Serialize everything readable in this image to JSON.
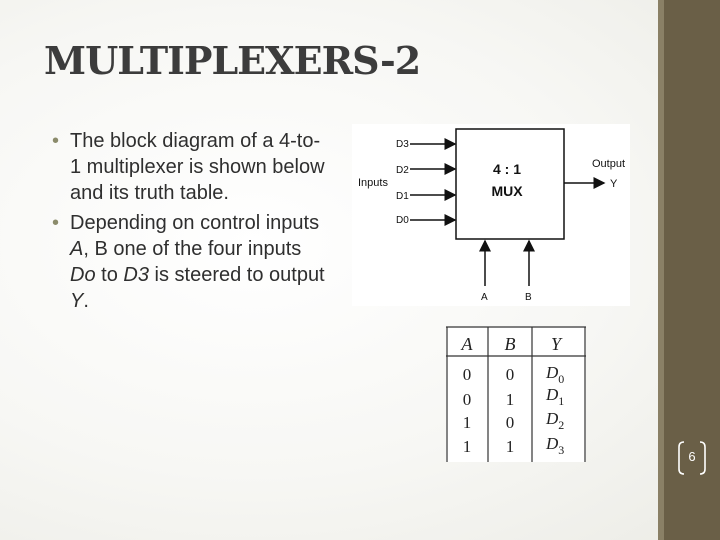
{
  "slide": {
    "title": "MULTIPLEXERS-2",
    "page_number": "6"
  },
  "bullets": {
    "b1": "The block diagram of a 4-to-1 multiplexer is shown below and its truth table.",
    "b2_pre": "Depending on control inputs ",
    "b2_a": "A",
    "b2_mid1": ", B one of the four inputs ",
    "b2_do": "Do",
    "b2_mid2": " to ",
    "b2_d3": "D3",
    "b2_mid3": " is steered to output ",
    "b2_y": "Y",
    "b2_end": "."
  },
  "mux": {
    "inputs_label": "Inputs",
    "input_lines": [
      "D3",
      "D2",
      "D1",
      "D0"
    ],
    "block_line1": "4 : 1",
    "block_line2": "MUX",
    "output_label": "Output",
    "output_line": "Y",
    "select_lines": [
      "A",
      "B"
    ]
  },
  "truth_table": {
    "headers": [
      "A",
      "B",
      "Y"
    ],
    "rows": [
      {
        "a": "0",
        "b": "0",
        "y": "D",
        "sub": "0"
      },
      {
        "a": "0",
        "b": "1",
        "y": "D",
        "sub": "1"
      },
      {
        "a": "1",
        "b": "0",
        "y": "D",
        "sub": "2"
      },
      {
        "a": "1",
        "b": "1",
        "y": "D",
        "sub": "3"
      }
    ]
  },
  "colors": {
    "band": "#6a5f47",
    "title": "#3c3c3c",
    "bullet": "#8b8b6b"
  }
}
